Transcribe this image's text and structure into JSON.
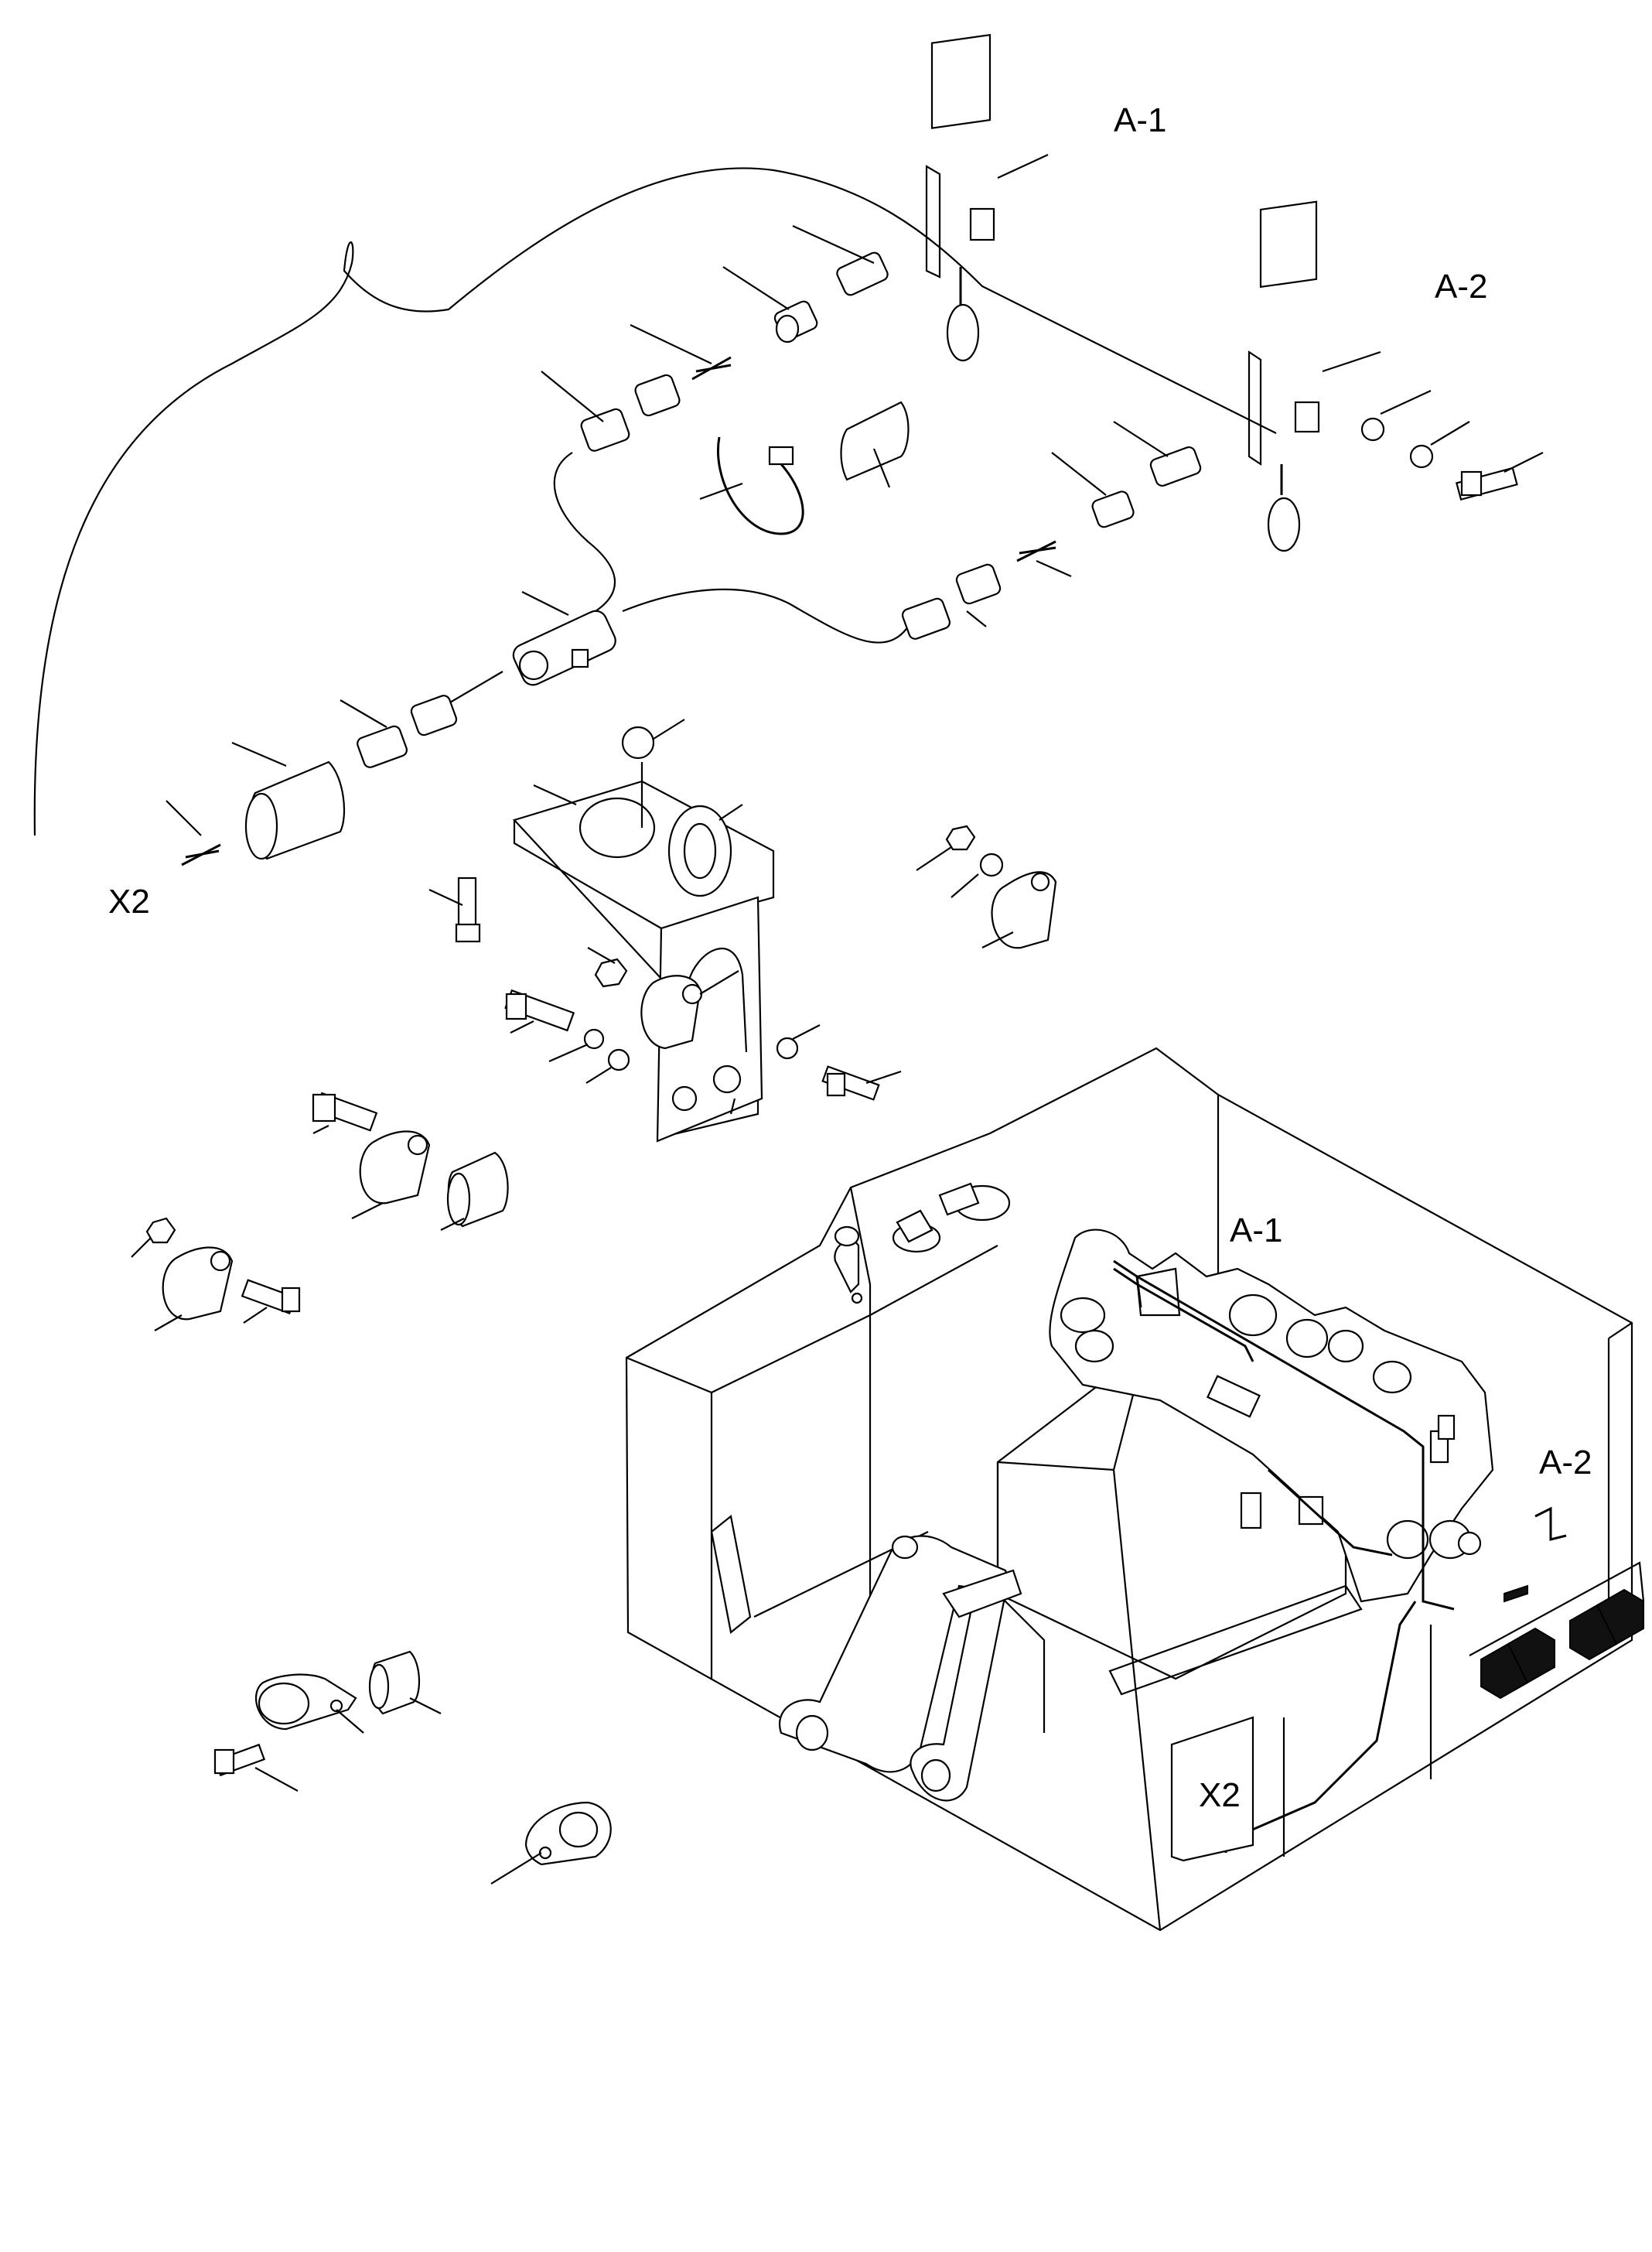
{
  "labels": {
    "a1_top": "A-1",
    "a2_top": "A-2",
    "x2_left": "X2",
    "a1_machine": "A-1",
    "a2_machine": "A-2",
    "x2_machine": "X2"
  },
  "colors": {
    "line": "#000000",
    "background": "#ffffff"
  }
}
